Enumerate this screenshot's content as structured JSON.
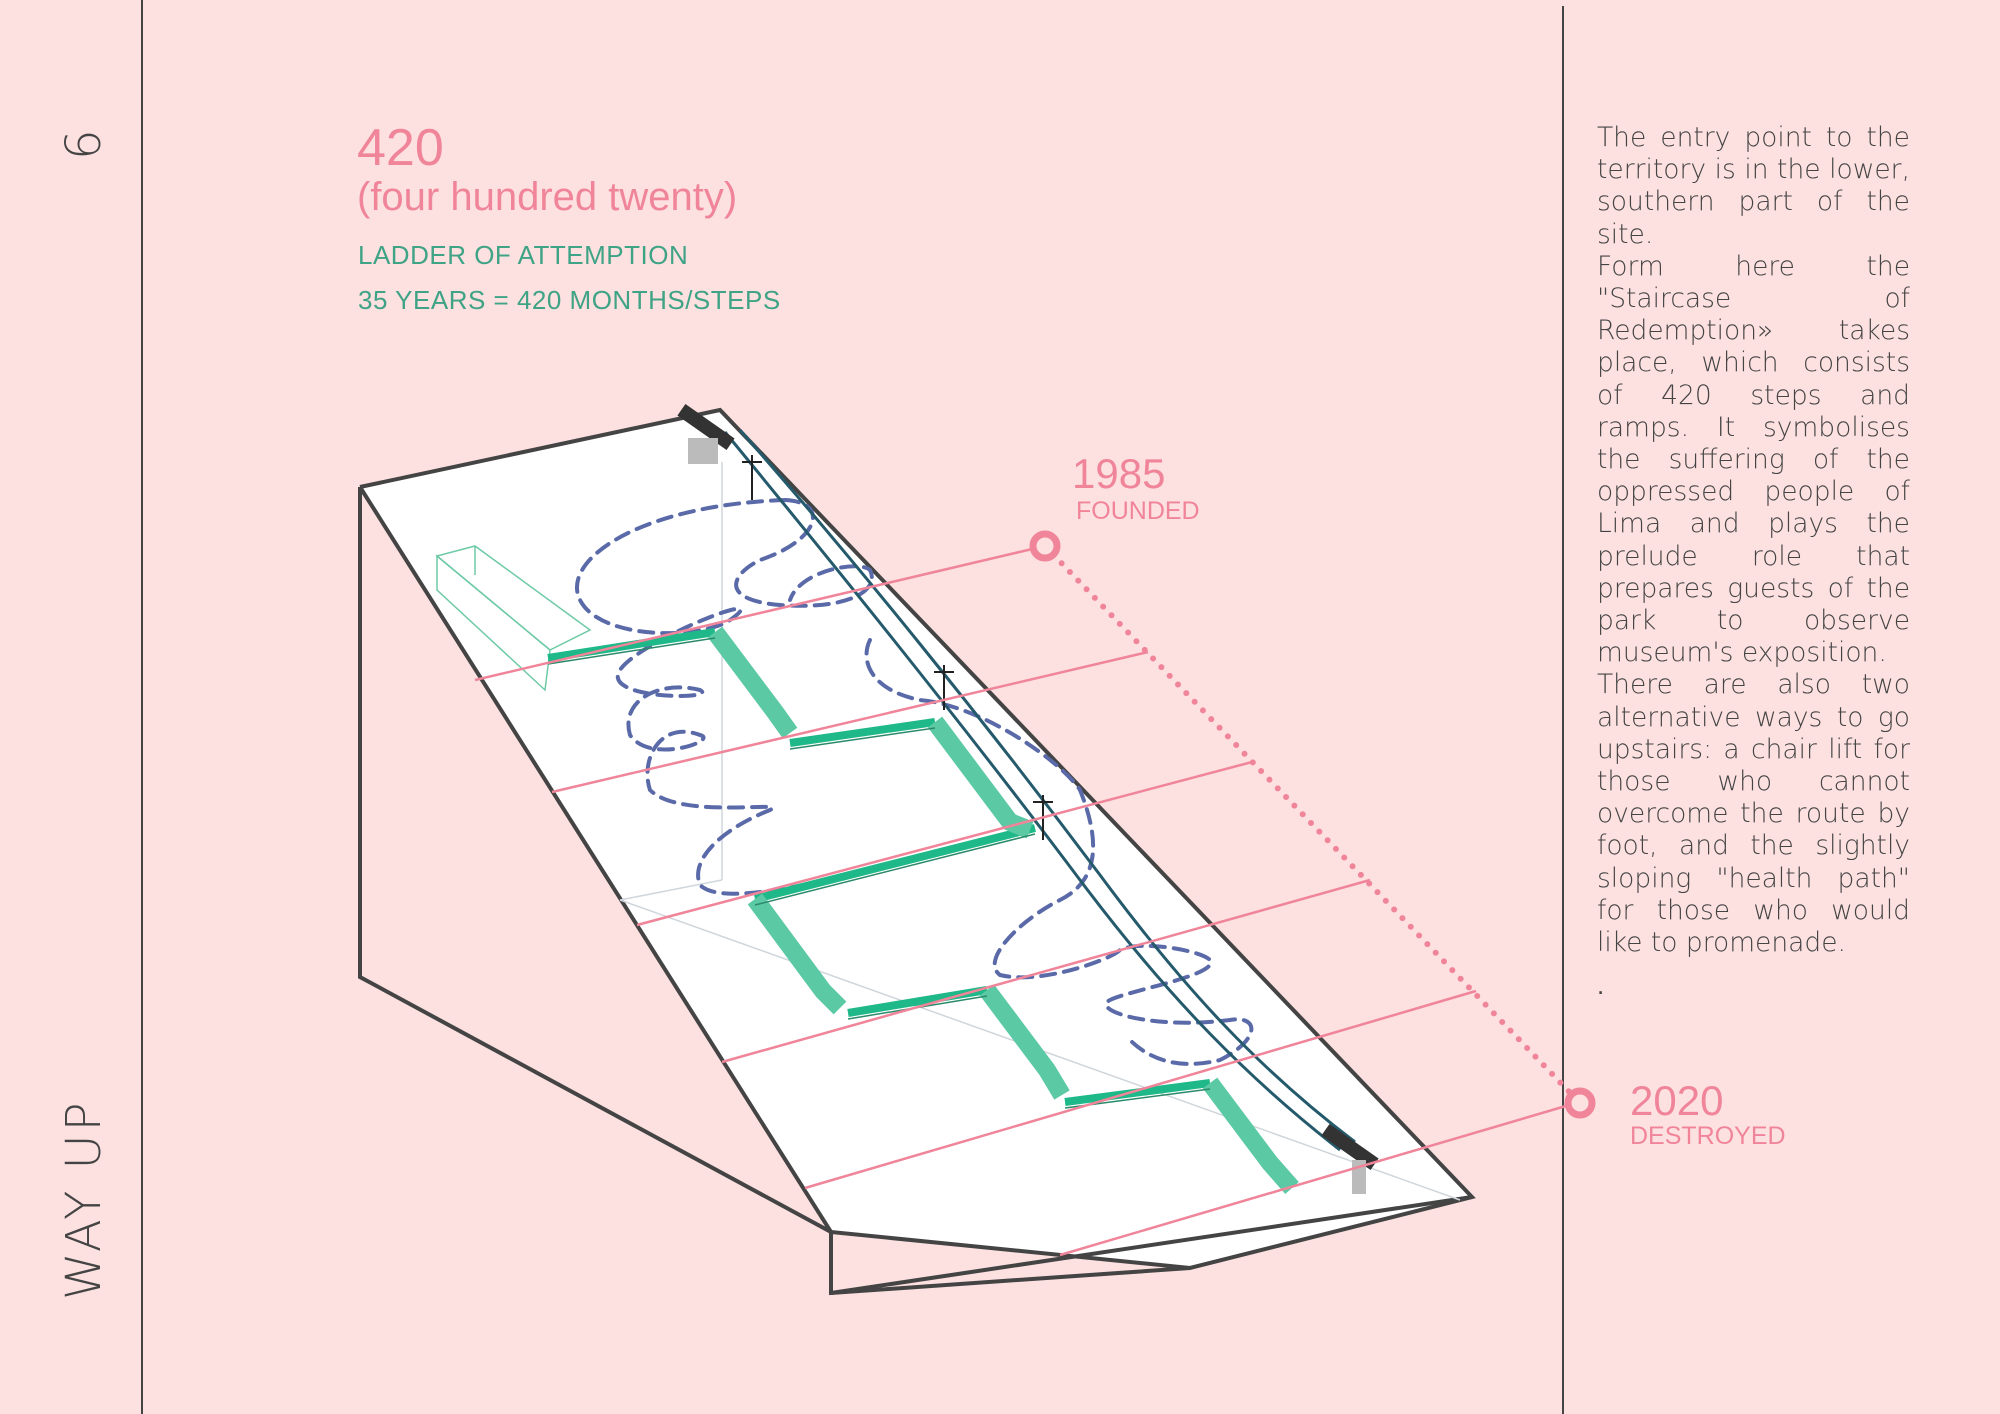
{
  "page": {
    "number": "6",
    "section": "WAY UP"
  },
  "header": {
    "number": "420",
    "number_words": "(four hundred twenty)",
    "title": "LADDER OF ATTEMPTION",
    "equation": "35 YEARS = 420 MONTHS/STEPS"
  },
  "timeline": {
    "start": {
      "year": "1985",
      "label": "FOUNDED"
    },
    "end": {
      "year": "2020",
      "label": "DESTROYED"
    }
  },
  "description": {
    "paragraphs": [
      "The entry point to the territory is in the lower, southern part of the site.",
      "Form here the \"Staircase of Redemption» takes place, which consists of 420 steps and ramps. It symbolises the suffering of the oppressed people of Lima and plays the prelude role that prepares guests of the park to observe museum's exposition.",
      "There are also two alternative ways to go upstairs: a chair lift for those who cannot overcome the route by foot, and the slightly sloping \"health path\" for those who would like to promenade."
    ],
    "trailing": "."
  },
  "colors": {
    "background": "#fde0e0",
    "accent_pink": "#f0859a",
    "accent_green": "#3fa386",
    "stair_green": "#1fb888",
    "path_blue": "#5a6aa8",
    "outline": "#444444"
  }
}
